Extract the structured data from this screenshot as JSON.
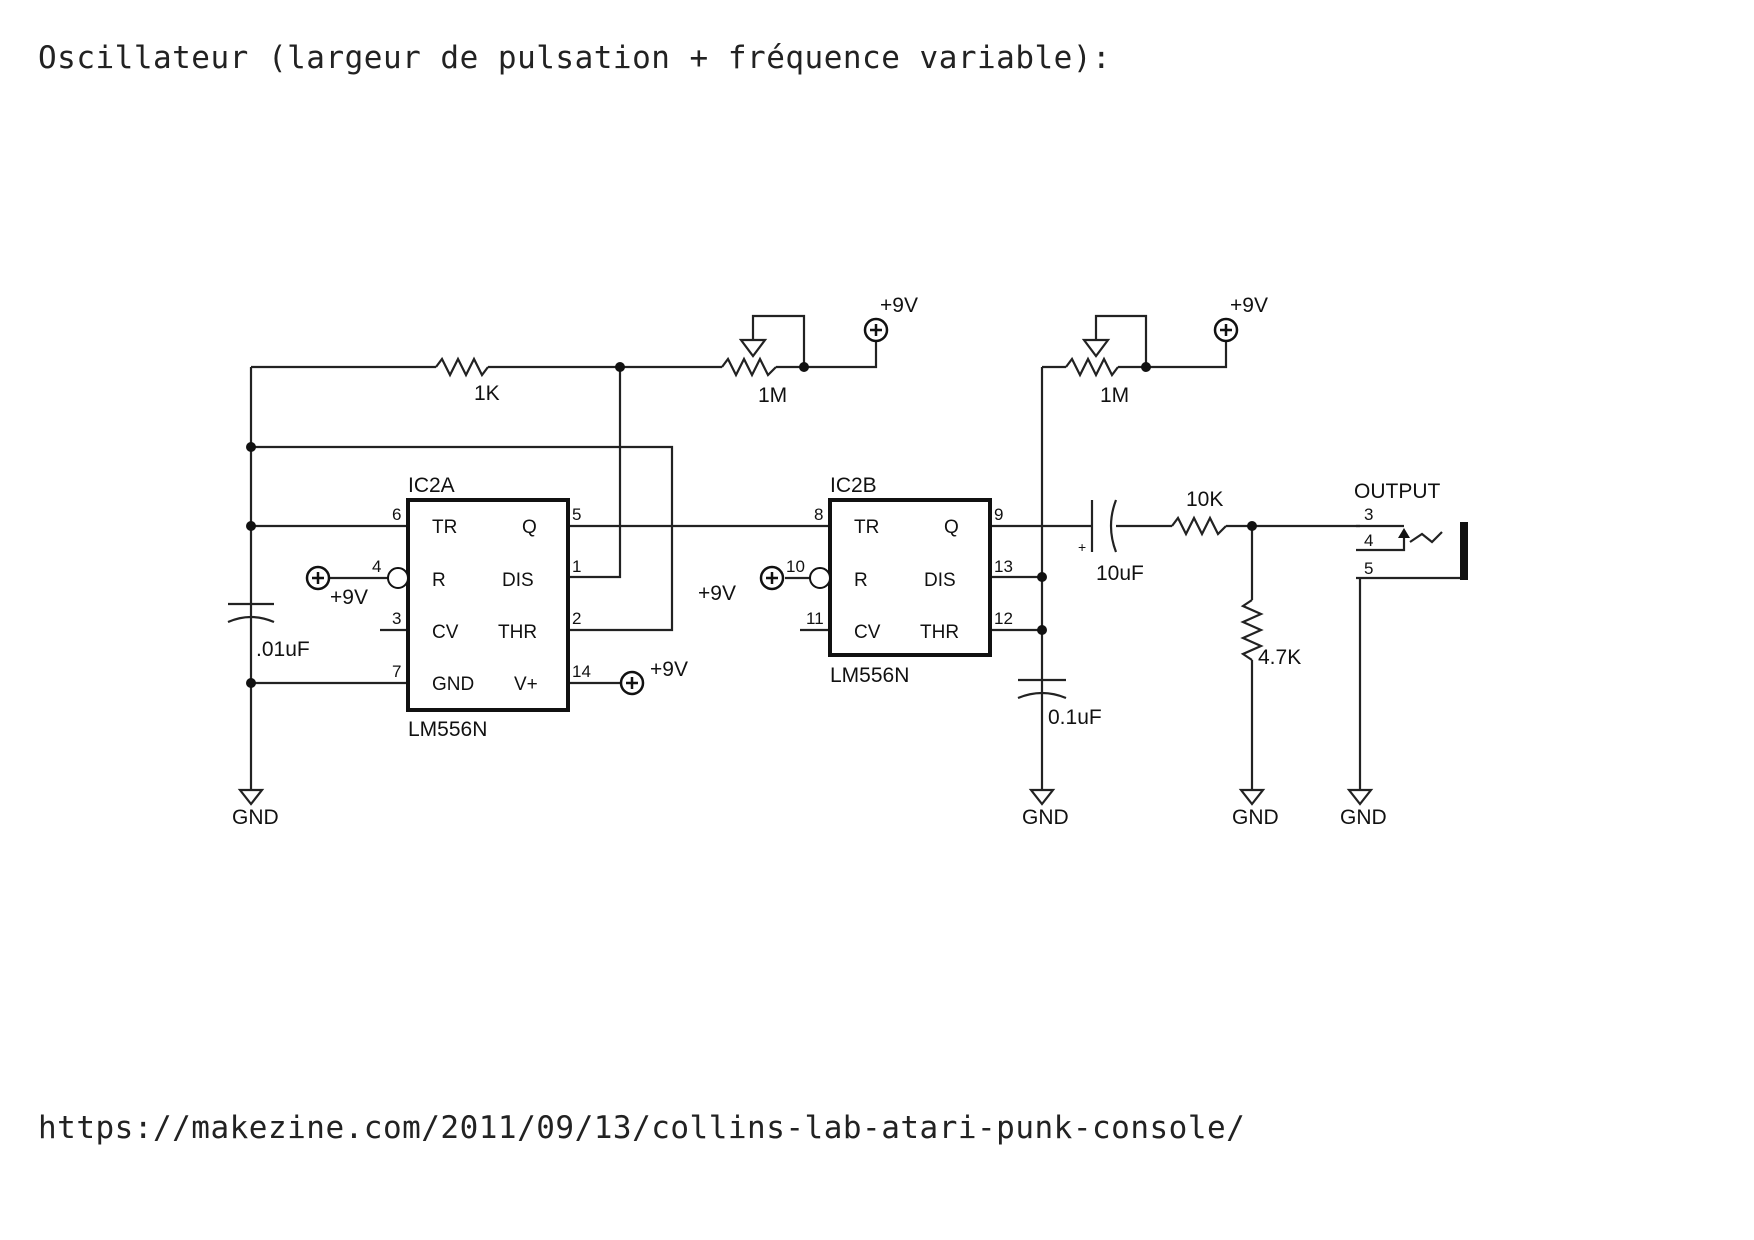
{
  "title": "Oscillateur (largeur de pulsation + fréquence variable):",
  "source_url": "https://makezine.com/2011/09/13/collins-lab-atari-punk-console/",
  "schematic": {
    "ic_a": {
      "name": "IC2A",
      "part": "LM556N",
      "pins": [
        {
          "num": "6",
          "name": "TR"
        },
        {
          "num": "4",
          "name": "R"
        },
        {
          "num": "3",
          "name": "CV"
        },
        {
          "num": "7",
          "name": "GND"
        },
        {
          "num": "5",
          "name": "Q"
        },
        {
          "num": "1",
          "name": "DIS"
        },
        {
          "num": "2",
          "name": "THR"
        },
        {
          "num": "14",
          "name": "V+"
        }
      ]
    },
    "ic_b": {
      "name": "IC2B",
      "part": "LM556N",
      "pins": [
        {
          "num": "8",
          "name": "TR"
        },
        {
          "num": "10",
          "name": "R"
        },
        {
          "num": "11",
          "name": "CV"
        },
        {
          "num": "9",
          "name": "Q"
        },
        {
          "num": "13",
          "name": "DIS"
        },
        {
          "num": "12",
          "name": "THR"
        }
      ]
    },
    "components": {
      "r_1k": "1K",
      "pot_a": "1M",
      "pot_b": "1M",
      "r_10k": "10K",
      "r_4k7": "4.7K",
      "c_01": ".01uF",
      "c_0_1": "0.1uF",
      "c_10": "10uF"
    },
    "supply": "+9V",
    "ground": "GND",
    "output": {
      "label": "OUTPUT",
      "pins": [
        "3",
        "4",
        "5"
      ]
    }
  }
}
